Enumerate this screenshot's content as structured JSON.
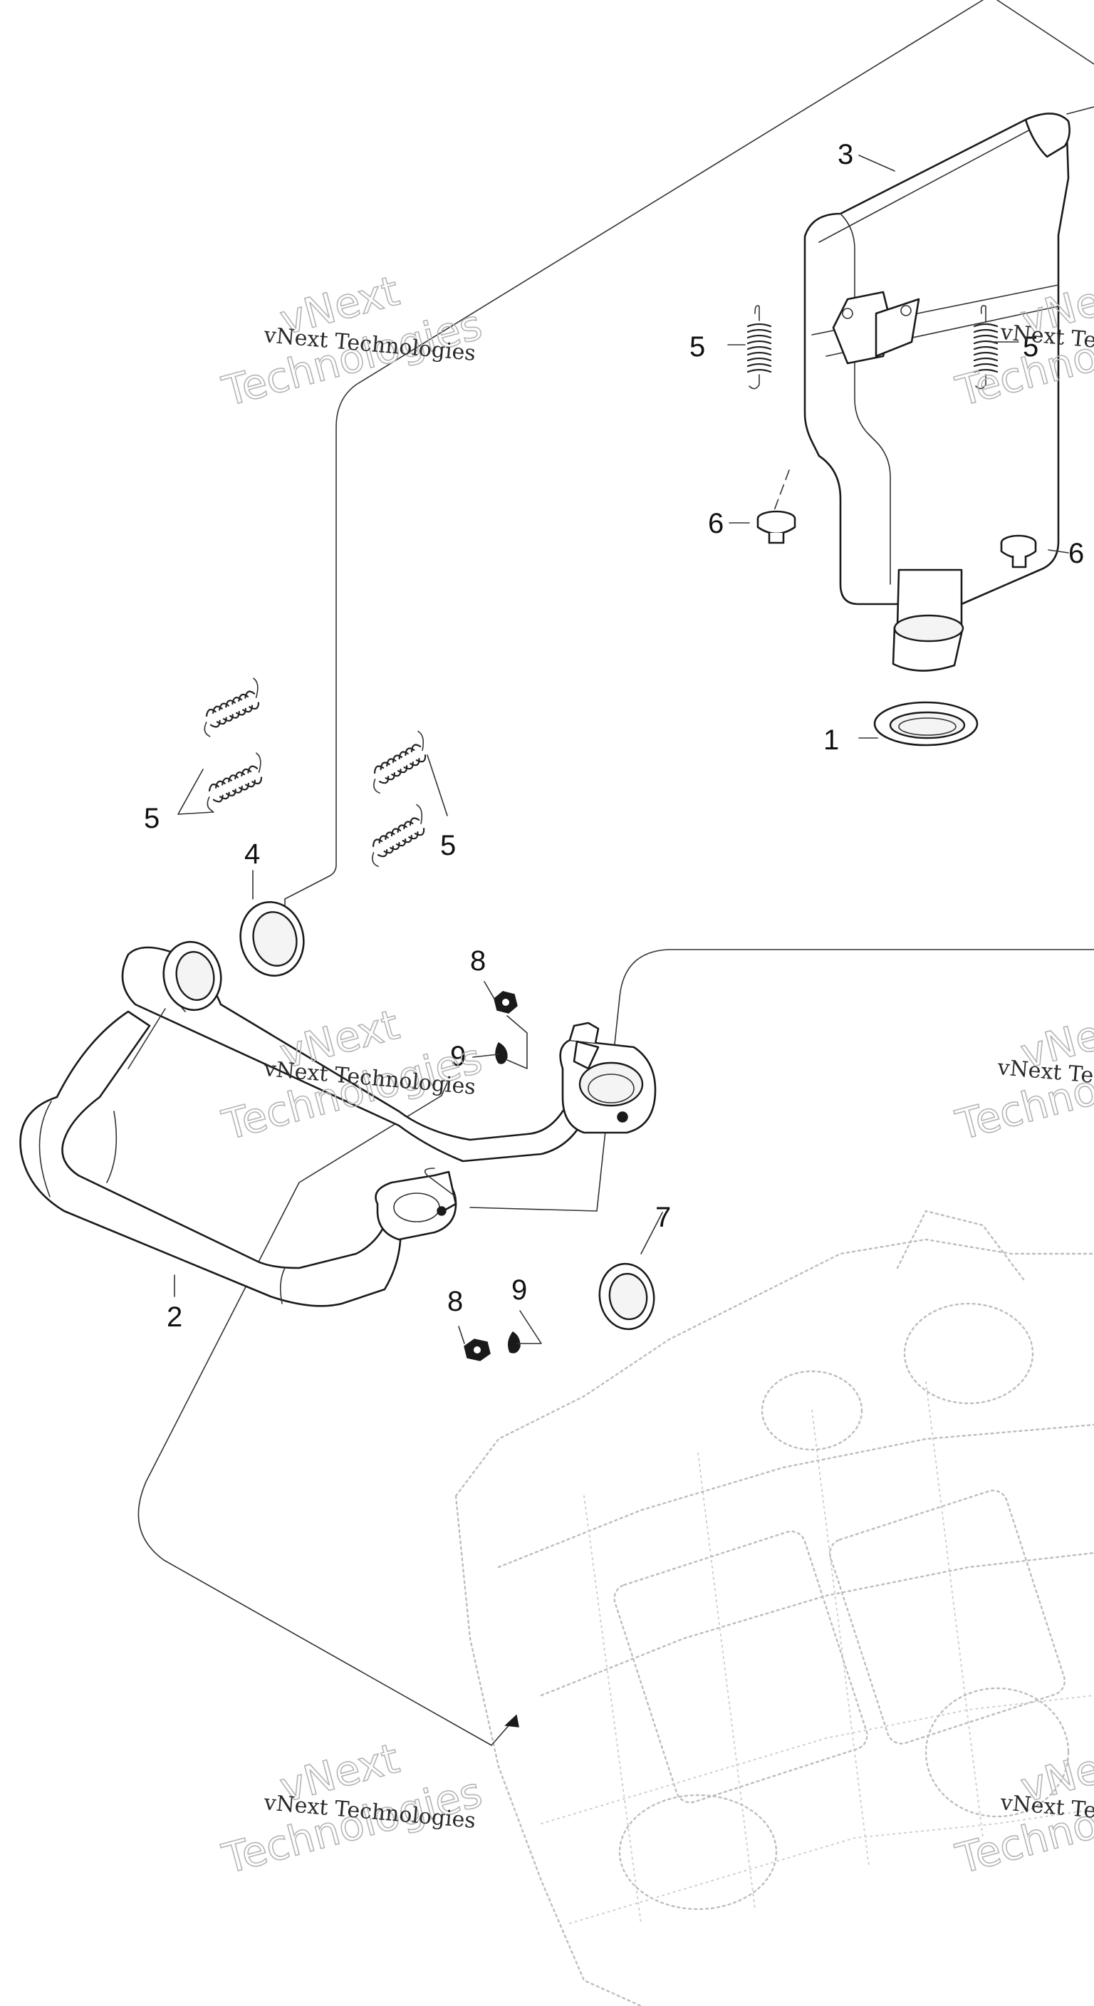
{
  "callouts": {
    "c1": "1",
    "c2": "2",
    "c3": "3",
    "c4": "4",
    "c5a": "5",
    "c5b": "5",
    "c5c": "5",
    "c5d": "5",
    "c6a": "6",
    "c6b": "6",
    "c7": "7",
    "c8a": "8",
    "c8b": "8",
    "c9a": "9",
    "c9b": "9"
  },
  "watermark": {
    "line1": "vNext Technologies",
    "word_a": "vNext",
    "word_b": "Technologies",
    "partial_line": "vNext Te",
    "partial_a": "vNe",
    "partial_b": "Techno"
  }
}
